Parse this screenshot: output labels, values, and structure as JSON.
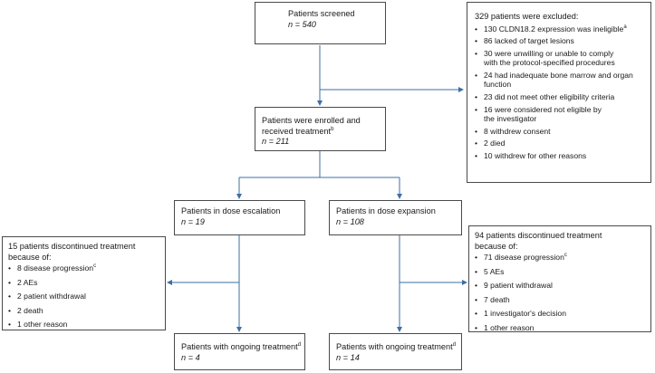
{
  "screened": {
    "title": "Patients screened",
    "n": "n = 540"
  },
  "excluded": {
    "title": "329 patients were excluded:",
    "items": [
      {
        "text": "130 CLDN18.2 expression was ineligible",
        "sup": "a"
      },
      {
        "text": "86 lacked of target lesions",
        "sup": ""
      },
      {
        "text": "30 were unwilling or unable to comply",
        "text2": "with the protocol-specified procedures",
        "sup": ""
      },
      {
        "text": "24 had inadequate bone marrow and organ",
        "text2": "function",
        "sup": ""
      },
      {
        "text": "23 did not meet other eligibility criteria",
        "sup": ""
      },
      {
        "text": "16 were considered not eligible by",
        "text2": "the investigator",
        "sup": ""
      },
      {
        "text": "8 withdrew consent",
        "sup": ""
      },
      {
        "text": "2 died",
        "sup": ""
      },
      {
        "text": "10 withdrew for other reasons",
        "sup": ""
      }
    ]
  },
  "enrolled": {
    "line1": "Patients were enrolled and",
    "line2": "received treatment",
    "sup": "b",
    "n": "n = 211"
  },
  "escalation": {
    "title": "Patients in dose escalation",
    "n": "n = 19"
  },
  "expansion": {
    "title": "Patients in dose expansion",
    "n": "n = 108"
  },
  "disc_left": {
    "title1": "15 patients discontinued treatment",
    "title2": "because of:",
    "items": [
      {
        "text": "8 disease progression",
        "sup": "c"
      },
      {
        "text": "2 AEs",
        "sup": ""
      },
      {
        "text": "2 patient withdrawal",
        "sup": ""
      },
      {
        "text": "2 death",
        "sup": ""
      },
      {
        "text": "1 other reason",
        "sup": ""
      }
    ]
  },
  "disc_right": {
    "title1": "94 patients discontinued treatment",
    "title2": "because of:",
    "items": [
      {
        "text": "71 disease progression",
        "sup": "c"
      },
      {
        "text": "5 AEs",
        "sup": ""
      },
      {
        "text": "9 patient withdrawal",
        "sup": ""
      },
      {
        "text": "7 death",
        "sup": ""
      },
      {
        "text": "1 investigator's decision",
        "sup": ""
      },
      {
        "text": "1 other reason",
        "sup": ""
      }
    ]
  },
  "ongoing_left": {
    "title": "Patients with ongoing treatment",
    "sup": "d",
    "n": "n = 4"
  },
  "ongoing_right": {
    "title": "Patients with ongoing treatment",
    "sup": "d",
    "n": "n = 14"
  },
  "colors": {
    "line": "#3d6fa5",
    "border": "#4a4a4a"
  }
}
